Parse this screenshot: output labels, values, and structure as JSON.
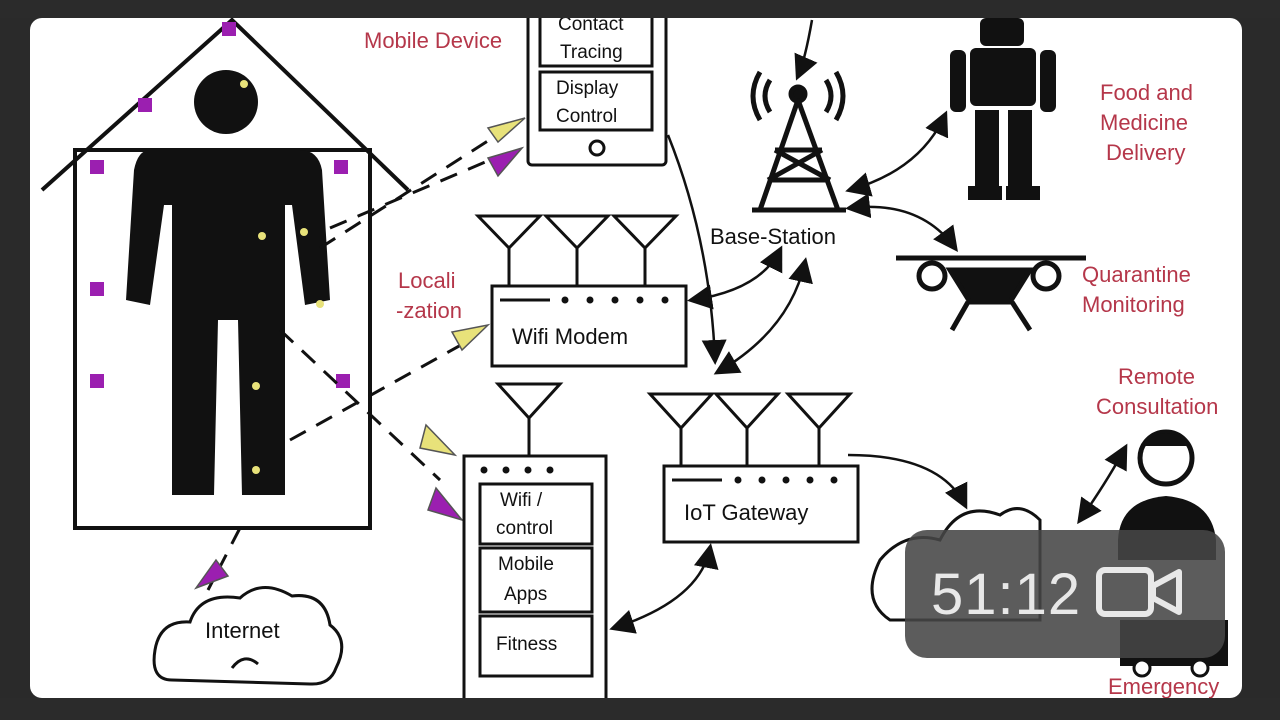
{
  "video": {
    "duration": "51:12",
    "duration_icon": "video-camera-icon"
  },
  "diagram": {
    "labels": {
      "mobile_device": "Mobile Device",
      "contact_tracing_1": "Contact",
      "contact_tracing_2": "Tracing",
      "display_control_1": "Display",
      "display_control_2": "Control",
      "food_1": "Food and",
      "food_2": "Medicine",
      "food_3": "Delivery",
      "base_station": "Base-Station",
      "quarantine_1": "Quarantine",
      "quarantine_2": "Monitoring",
      "localization_1": "Locali",
      "localization_2": "-zation",
      "wifi_modem": "Wifi Modem",
      "remote_1": "Remote",
      "remote_2": "Consultation",
      "iot_gateway": "IoT Gateway",
      "wifi_control_1": "Wifi /",
      "wifi_control_2": "control",
      "mobile_apps_1": "Mobile",
      "mobile_apps_2": "Apps",
      "fitness": "Fitness",
      "internet": "Internet",
      "emergency": "Emergency"
    },
    "colors": {
      "accent_magenta": "#9b1fb0",
      "accent_yellow": "#e8e27a",
      "label_red": "#b5374a"
    }
  }
}
